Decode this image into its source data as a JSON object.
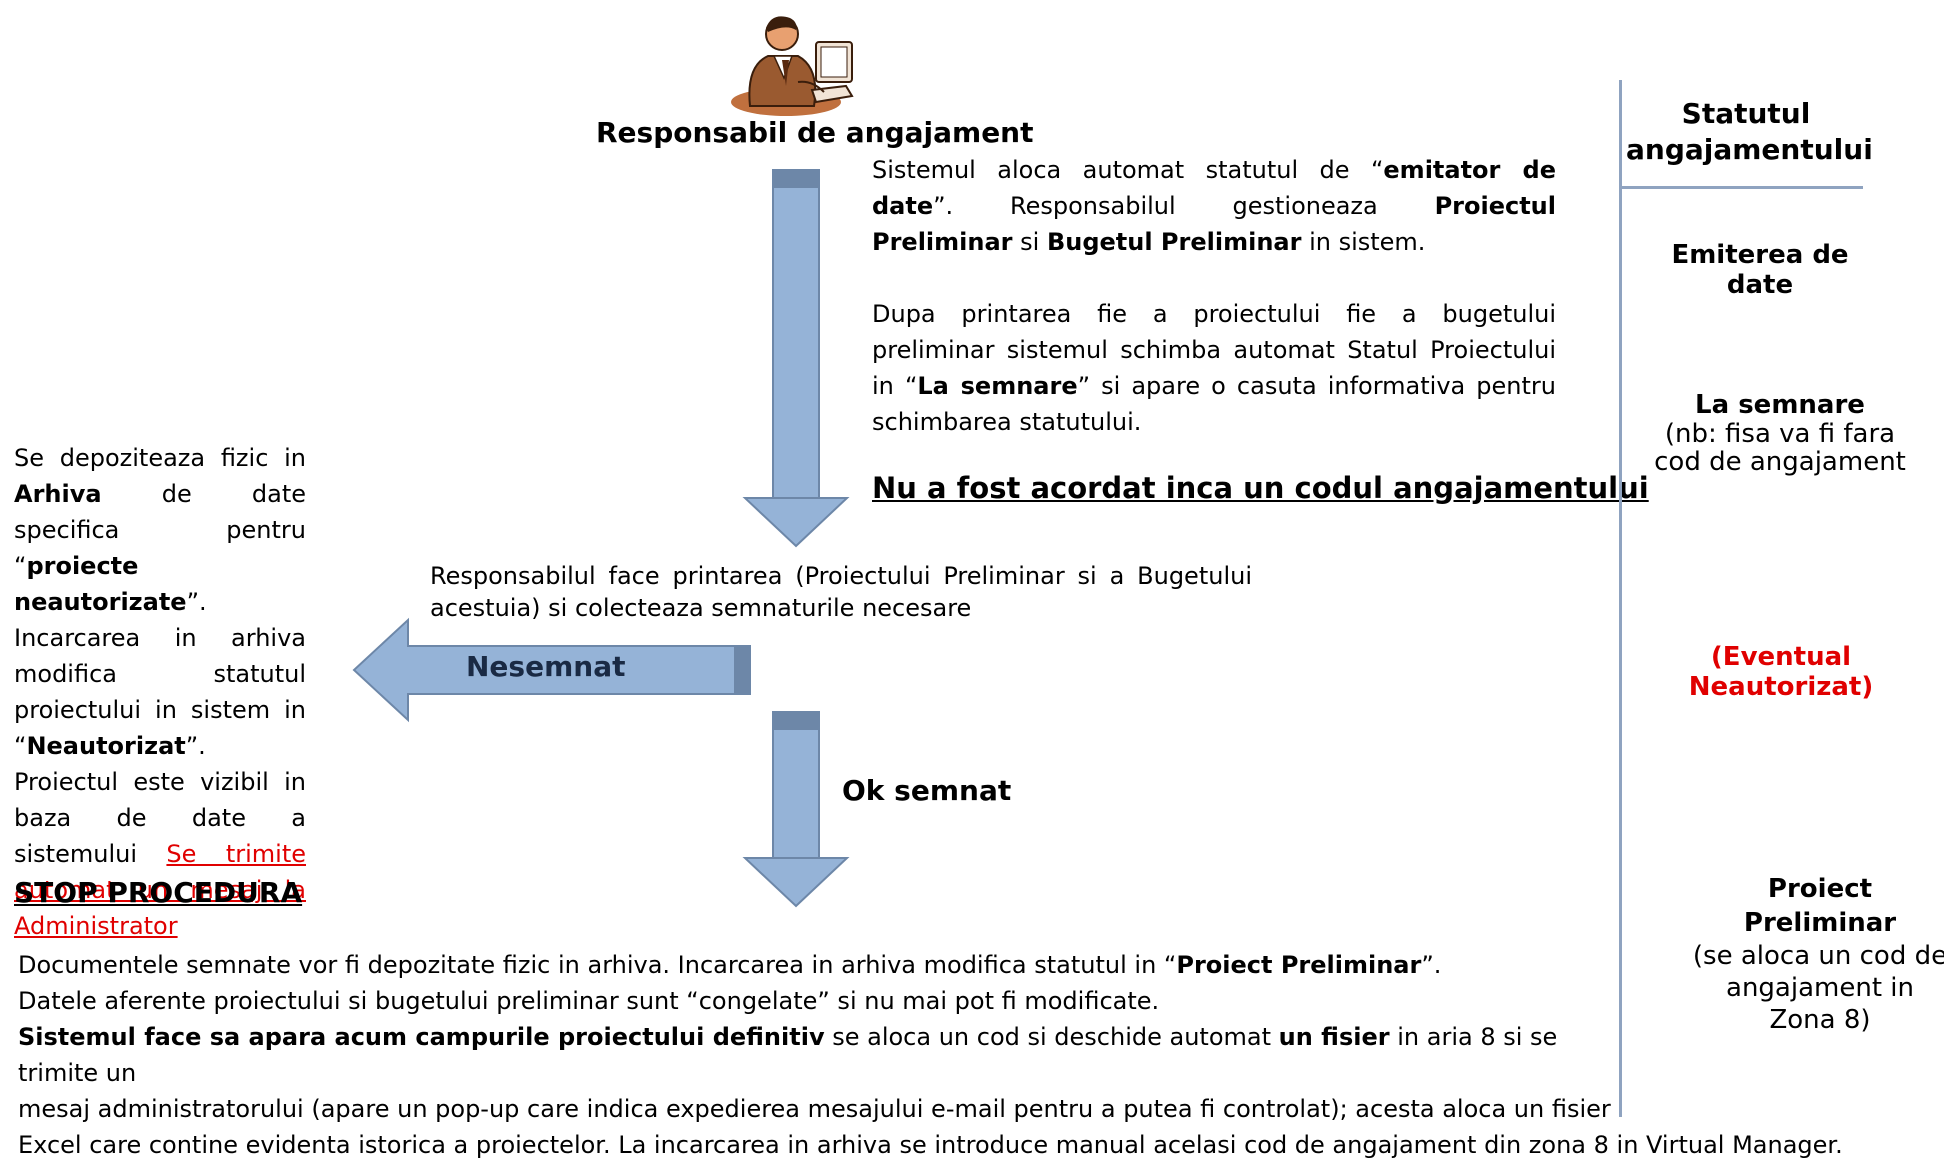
{
  "person": {
    "icon": "person-at-computer-icon",
    "title": "Responsabil de angajament"
  },
  "step1": {
    "l1_a": "Sistemul aloca automat statutul de “",
    "l1_b": "emitator de date",
    "l1_c": "”. Responsabilul gestioneaza ",
    "l1_d": "Proiectul Preliminar",
    "l1_e": " si ",
    "l1_f": "Bugetul Preliminar",
    "l1_g": " in sistem.",
    "p2_a": "Dupa printarea fie a proiectului fie a bugetului preliminar sistemul schimba automat Statul Proiectului in “",
    "p2_b": "La semnare",
    "p2_c": "” si apare o casuta informativa pentru schimbarea statutului.",
    "note": "Nu a fost acordat inca un codul angajamentului"
  },
  "print_step": "Responsabilul face printarea (Proiectului Preliminar si a Bugetului acestuia) si colecteaza semnaturile necesare",
  "branch_unsigned": {
    "arrow_label": "Nesemnat",
    "t1": "Se depoziteaza fizic in ",
    "t2": "Arhiva",
    "t3": " de date specifica pentru “",
    "t4": "proiecte neautorizate",
    "t5": "”. Incarcarea in arhiva modifica statutul proiectului in sistem in “",
    "t6": "Neautorizat",
    "t7": "”. Proiectul este vizibil in baza de date a sistemului",
    "red_link": "Se trimite automat un mesaj la Administrator",
    "stop": "STOP PROCEDURA"
  },
  "branch_signed": {
    "arrow_label": "Ok semnat"
  },
  "bottom": {
    "a1": "Documentele  semnate vor fi depozitate fizic in arhiva. Incarcarea in arhiva modifica statutul in “",
    "a2": "Proiect Preliminar",
    "a3": "”.",
    "b1": "Datele aferente proiectului si bugetului preliminar sunt “congelate” si nu mai pot fi modificate.",
    "c1": "Sistemul face sa apara acum campurile proiectului definitiv",
    "c2": " se aloca un cod si deschide automat ",
    "c3": "un fisier",
    "c4": " in aria 8 si se trimite un",
    "d1": "mesaj administratorului (apare  un  pop-up  care indica expedierea mesajului e-mail pentru a putea fi controlat); acesta aloca un fisier",
    "e1": "Excel care contine evidenta istorica a proiectelor. La incarcarea in arhiva se introduce manual acelasi cod de angajament din zona 8 in Virtual Manager."
  },
  "status_column": {
    "header": "Statutul angajamentului",
    "s1": "Emiterea de date",
    "s2_title": "La semnare",
    "s2_note": "(nb: fisa va fi fara cod de angajament",
    "s3": "(Eventual Neautorizat)",
    "s4_title": "Proiect Preliminar",
    "s4_note": "(se aloca un cod de angajament in Zona 8)"
  },
  "colors": {
    "arrow_fill": "#95b3d7",
    "arrow_stroke": "#6d87a8",
    "arrow_cap": "#6d87a8",
    "red": "#e00000",
    "column_line": "#8fa3c0"
  }
}
